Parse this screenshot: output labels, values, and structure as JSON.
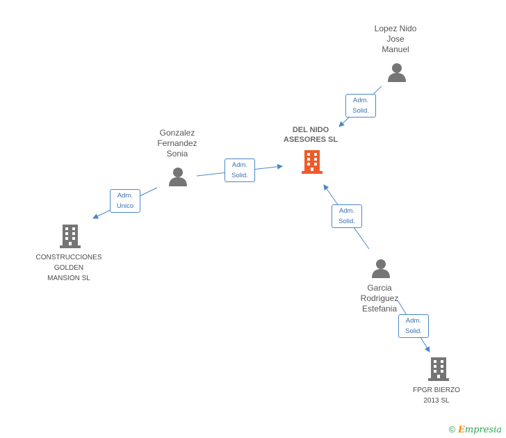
{
  "nodes": {
    "main_company": {
      "label": "DEL NIDO\nASESORES SL",
      "color": "#f05a28"
    },
    "lopez": {
      "label": "Lopez Nido\nJose\nManuel"
    },
    "gonzalez": {
      "label": "Gonzalez\nFernandez\nSonia"
    },
    "garcia": {
      "label": "Garcia\nRodriguez\nEstefania"
    },
    "construcciones": {
      "label": "CONSTRUCCIONES\nGOLDEN\nMANSION  SL"
    },
    "fpgr": {
      "label": "FPGR BIERZO\n2013  SL"
    }
  },
  "relations": {
    "lopez_main": "Adm.\nSolid.",
    "gonzalez_main": "Adm.\nSolid.",
    "gonzalez_construcciones": "Adm.\nUnico",
    "garcia_main": "Adm.\nSolid.",
    "garcia_fpgr": "Adm.\nSolid."
  },
  "colors": {
    "person": "#757575",
    "company": "#757575",
    "edge": "#4a86c8"
  },
  "footer": {
    "copyright": "©",
    "brand_first": "E",
    "brand_rest": "mpresia"
  }
}
